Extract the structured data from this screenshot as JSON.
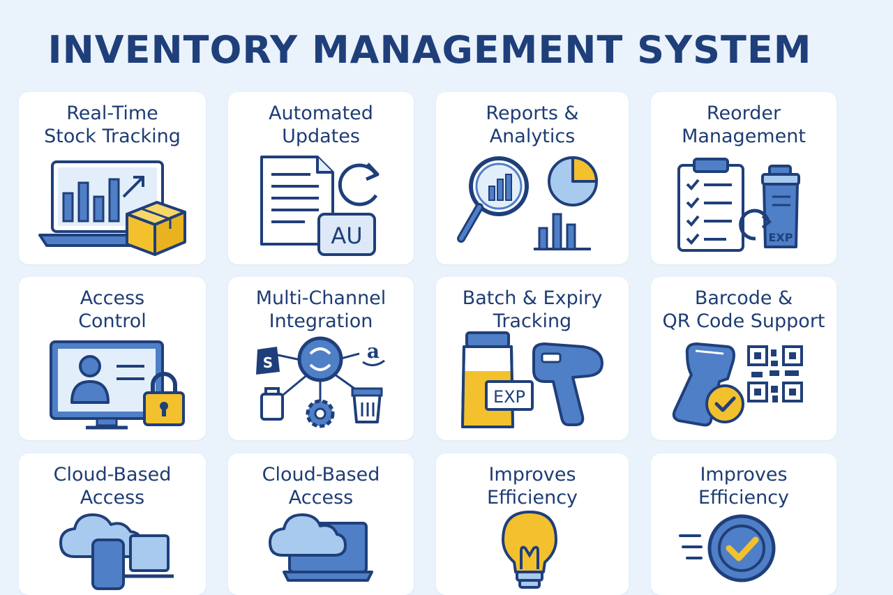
{
  "title": "INVENTORY MANAGEMENT SYSTEM",
  "colors": {
    "navy": "#1f3f7a",
    "blue": "#4f7fc6",
    "light_blue": "#a9caef",
    "yellow": "#f3c12e",
    "card_bg": "#ffffff",
    "page_bg": "#eaf2fb"
  },
  "cards": [
    {
      "label": "Real-Time\nStock Tracking",
      "icon": "laptop-chart-box-icon"
    },
    {
      "label": "Automated\nUpdates",
      "icon": "document-refresh-icon",
      "badge": "AU"
    },
    {
      "label": "Reports &\nAnalytics",
      "icon": "magnifier-chart-icon"
    },
    {
      "label": "Reorder\nManagement",
      "icon": "clipboard-bin-icon",
      "badge": "EXP"
    },
    {
      "label": "Access\nControl",
      "icon": "monitor-user-lock-icon"
    },
    {
      "label": "Multi-Channel\nIntegration",
      "icon": "channel-network-icon"
    },
    {
      "label": "Batch & Expiry\nTracking",
      "icon": "bottle-scanner-icon",
      "badge": "EXP"
    },
    {
      "label": "Barcode &\nQR Code Support",
      "icon": "scanner-qr-icon"
    },
    {
      "label": "Cloud-Based\nAccess",
      "icon": "cloud-devices-icon"
    },
    {
      "label": "Cloud-Based\nAccess",
      "icon": "cloud-laptop-icon"
    },
    {
      "label": "Improves\nEfficiency",
      "icon": "lightbulb-icon"
    },
    {
      "label": "Improves\nEfficiency",
      "icon": "check-circle-icon"
    }
  ]
}
